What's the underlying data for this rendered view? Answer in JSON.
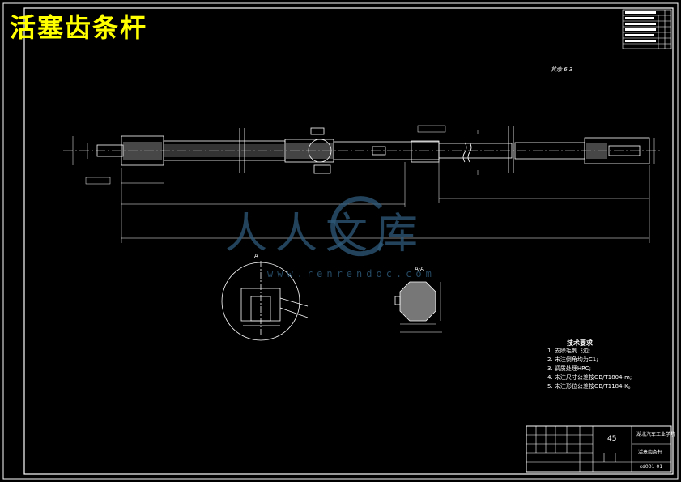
{
  "drawing": {
    "title": "活塞齿条杆",
    "roughness_note": "其余 6.3",
    "material": "45",
    "school": "湖北汽车工业学院",
    "part_name": "活塞齿条杆",
    "drawing_no": "sd001-01",
    "section_label_a": "A",
    "section_label_b": "A-A"
  },
  "requirements": {
    "heading": "技术要求",
    "items": [
      "1. 去除毛刺飞边;",
      "2. 未注倒角均为C1;",
      "3. 调质处理HRC;",
      "4. 未注尺寸公差按GB/T1804-m;",
      "5. 未注形位公差按GB/T1184-K。"
    ]
  },
  "watermark": {
    "text": "人人文库",
    "url": "www.renrendoc.com"
  }
}
